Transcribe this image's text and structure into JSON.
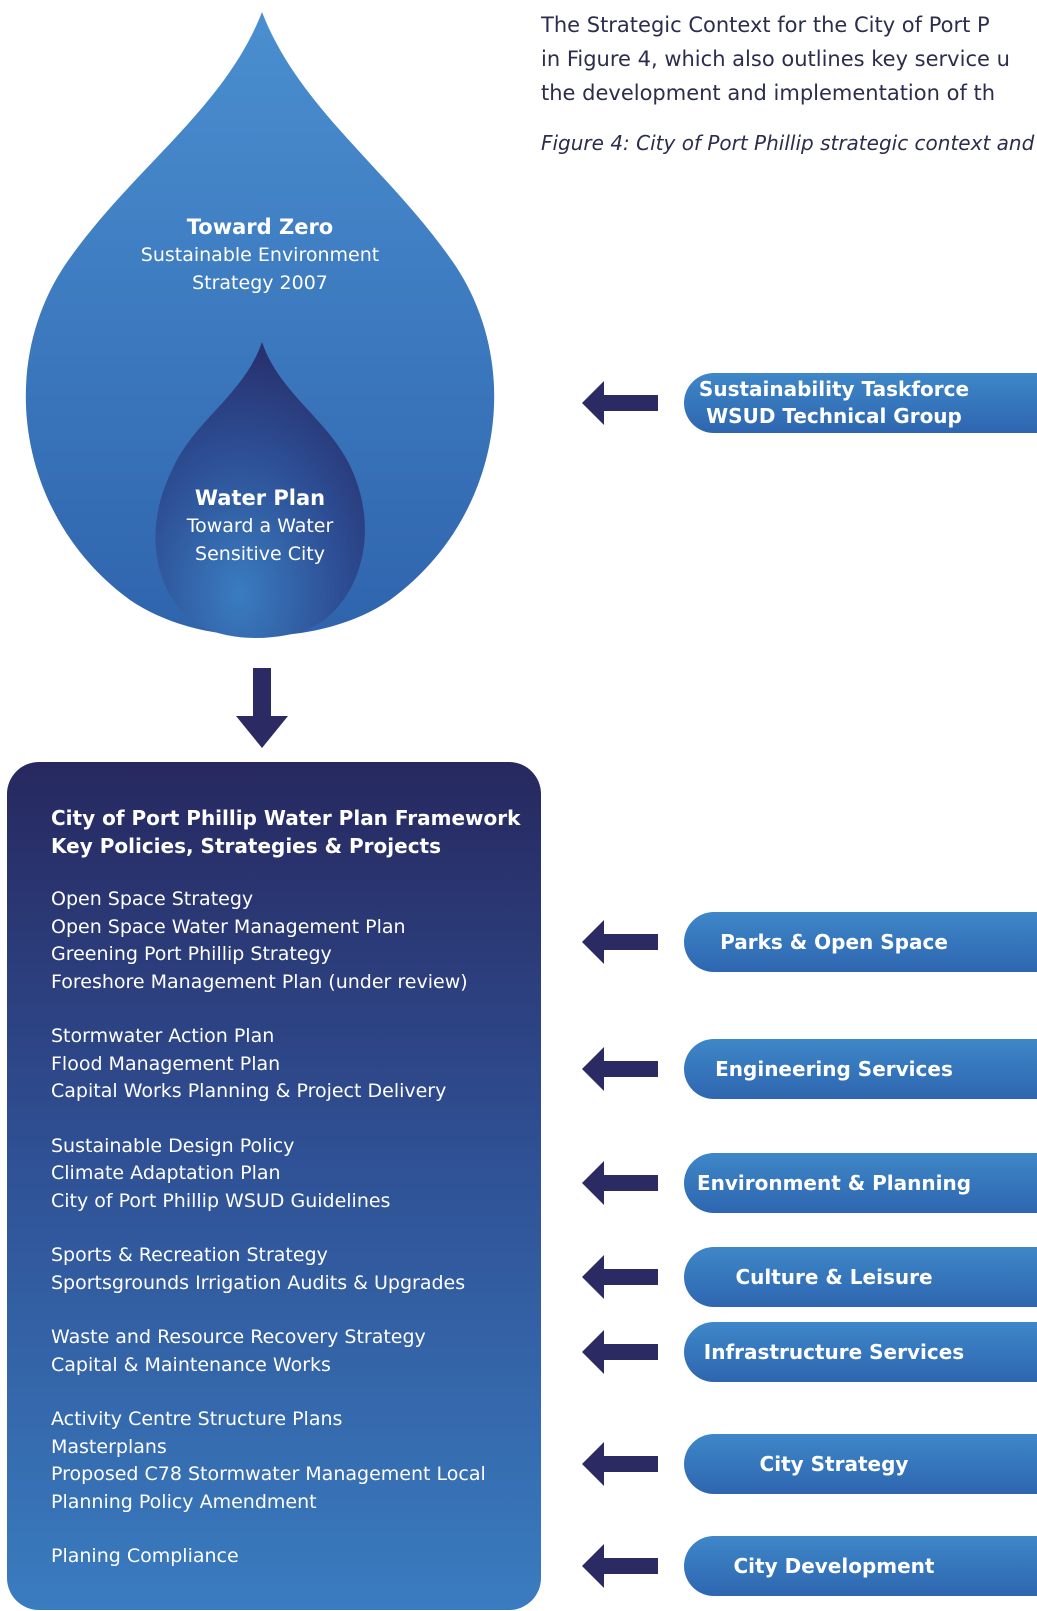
{
  "intro": {
    "lines": [
      "The Strategic Context for the City of Port P",
      "in Figure 4, which also outlines key service u",
      "the development and implementation of th"
    ],
    "caption": "Figure 4: City of Port Phillip strategic context and"
  },
  "outer_drop": {
    "title": "Toward Zero",
    "line1": "Sustainable Environment",
    "line2": "Strategy 2007"
  },
  "inner_drop": {
    "title": "Water Plan",
    "line1": "Toward a Water",
    "line2": "Sensitive City"
  },
  "framework": {
    "title_line1": "City of Port Phillip Water Plan Framework",
    "title_line2": "Key Policies, Strategies & Projects",
    "groups": [
      [
        "Open Space Strategy",
        "Open Space Water Management Plan",
        "Greening Port Phillip Strategy",
        "Foreshore Management Plan (under review)"
      ],
      [
        "Stormwater Action Plan",
        "Flood Management Plan",
        "Capital Works Planning & Project Delivery"
      ],
      [
        "Sustainable Design Policy",
        "Climate Adaptation Plan",
        "City of Port Phillip WSUD Guidelines"
      ],
      [
        "Sports & Recreation Strategy",
        "Sportsgrounds Irrigation Audits & Upgrades"
      ],
      [
        "Waste and Resource Recovery Strategy",
        "Capital & Maintenance Works"
      ],
      [
        "Activity Centre Structure Plans",
        "Masterplans",
        "Proposed C78 Stormwater Management Local",
        "Planning Policy Amendment"
      ],
      [
        "Planing Compliance"
      ]
    ]
  },
  "units": [
    {
      "line1": "Sustainability Taskforce",
      "line2": "WSUD Technical Group"
    },
    {
      "line1": "Parks & Open Space"
    },
    {
      "line1": "Engineering Services"
    },
    {
      "line1": "Environment & Planning"
    },
    {
      "line1": "Culture & Leisure"
    },
    {
      "line1": "Infrastructure Services"
    },
    {
      "line1": "City Strategy"
    },
    {
      "line1": "City Development"
    }
  ],
  "colors": {
    "arrow": "#2b2a63",
    "outer_drop": "#3a7cc0",
    "inner_drop": "#2c2f6f",
    "pill": "#3478bc"
  }
}
